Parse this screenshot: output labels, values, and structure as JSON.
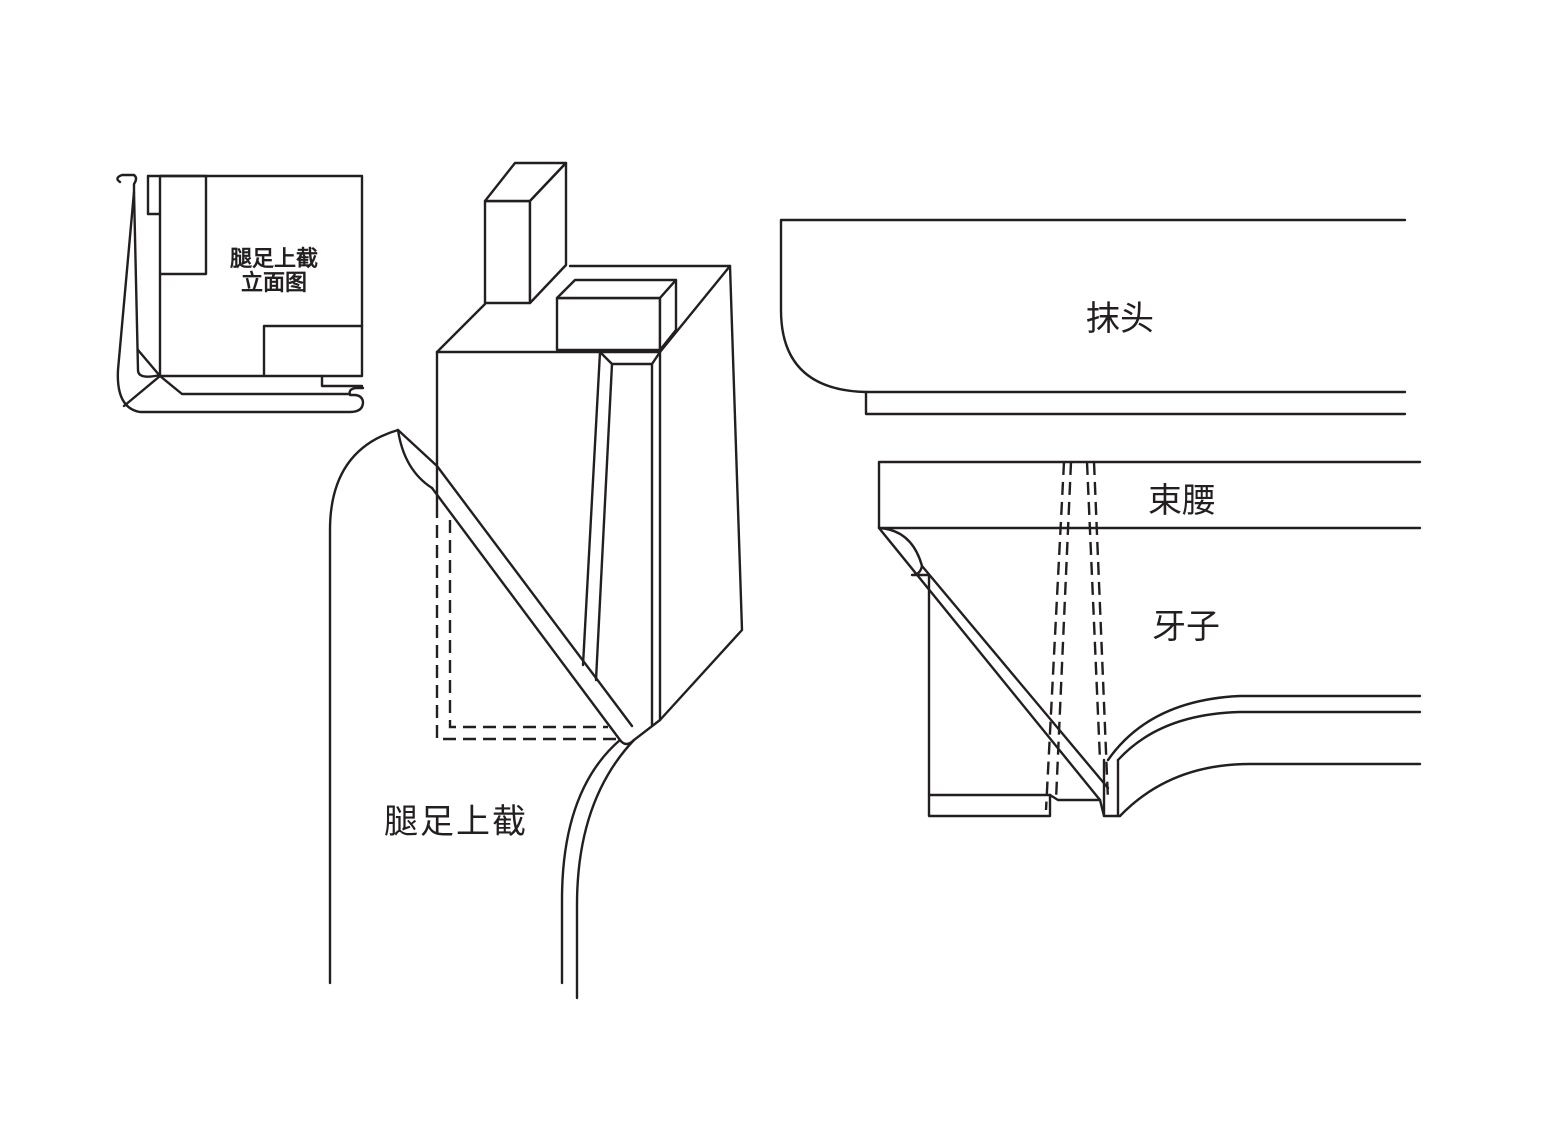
{
  "labels": {
    "elevation_line1": "腿足上截",
    "elevation_line2": "立面图",
    "leg_upper": "腿足上截",
    "mo_tou": "抹头",
    "shu_yao": "束腰",
    "ya_zi": "牙子"
  },
  "colors": {
    "line": "#231f20",
    "background": "#ffffff"
  }
}
